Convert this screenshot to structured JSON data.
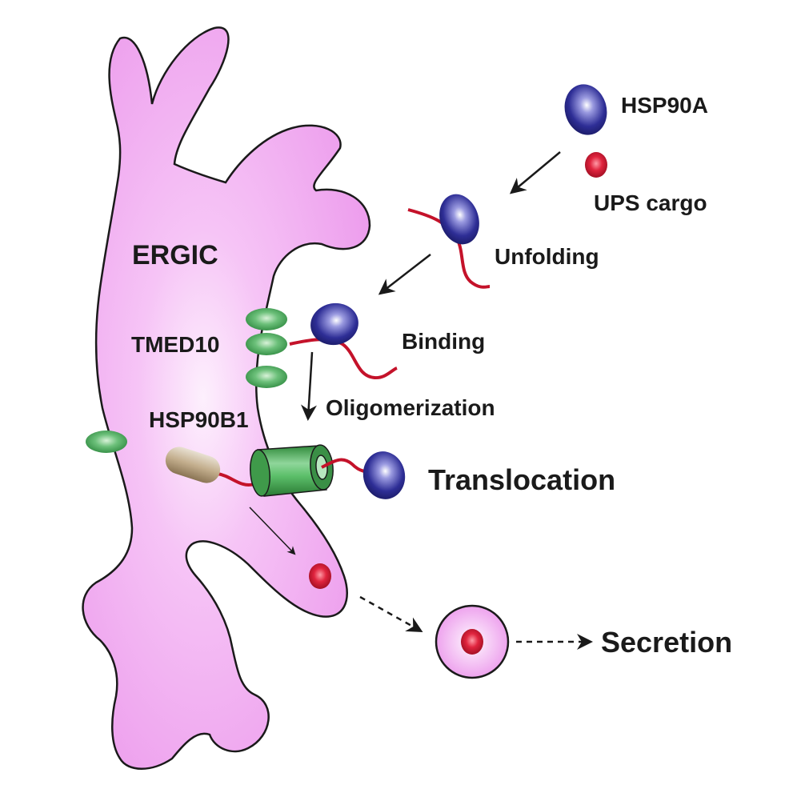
{
  "labels": {
    "ergic": "ERGIC",
    "hsp90a": "HSP90A",
    "ups_cargo": "UPS cargo",
    "unfolding": "Unfolding",
    "tmed10": "TMED10",
    "binding": "Binding",
    "oligomerization": "Oligomerization",
    "hsp90b1": "HSP90B1",
    "translocation": "Translocation",
    "secretion": "Secretion"
  },
  "colors": {
    "membrane_fill": "#ee9eee",
    "membrane_center": "#fbe4fb",
    "hsp90a": "#2a2a8e",
    "cargo": "#c8102e",
    "tmed10": "#3fa14f",
    "hsp90b1": "#a08a6a",
    "chain": "#c4122a"
  }
}
